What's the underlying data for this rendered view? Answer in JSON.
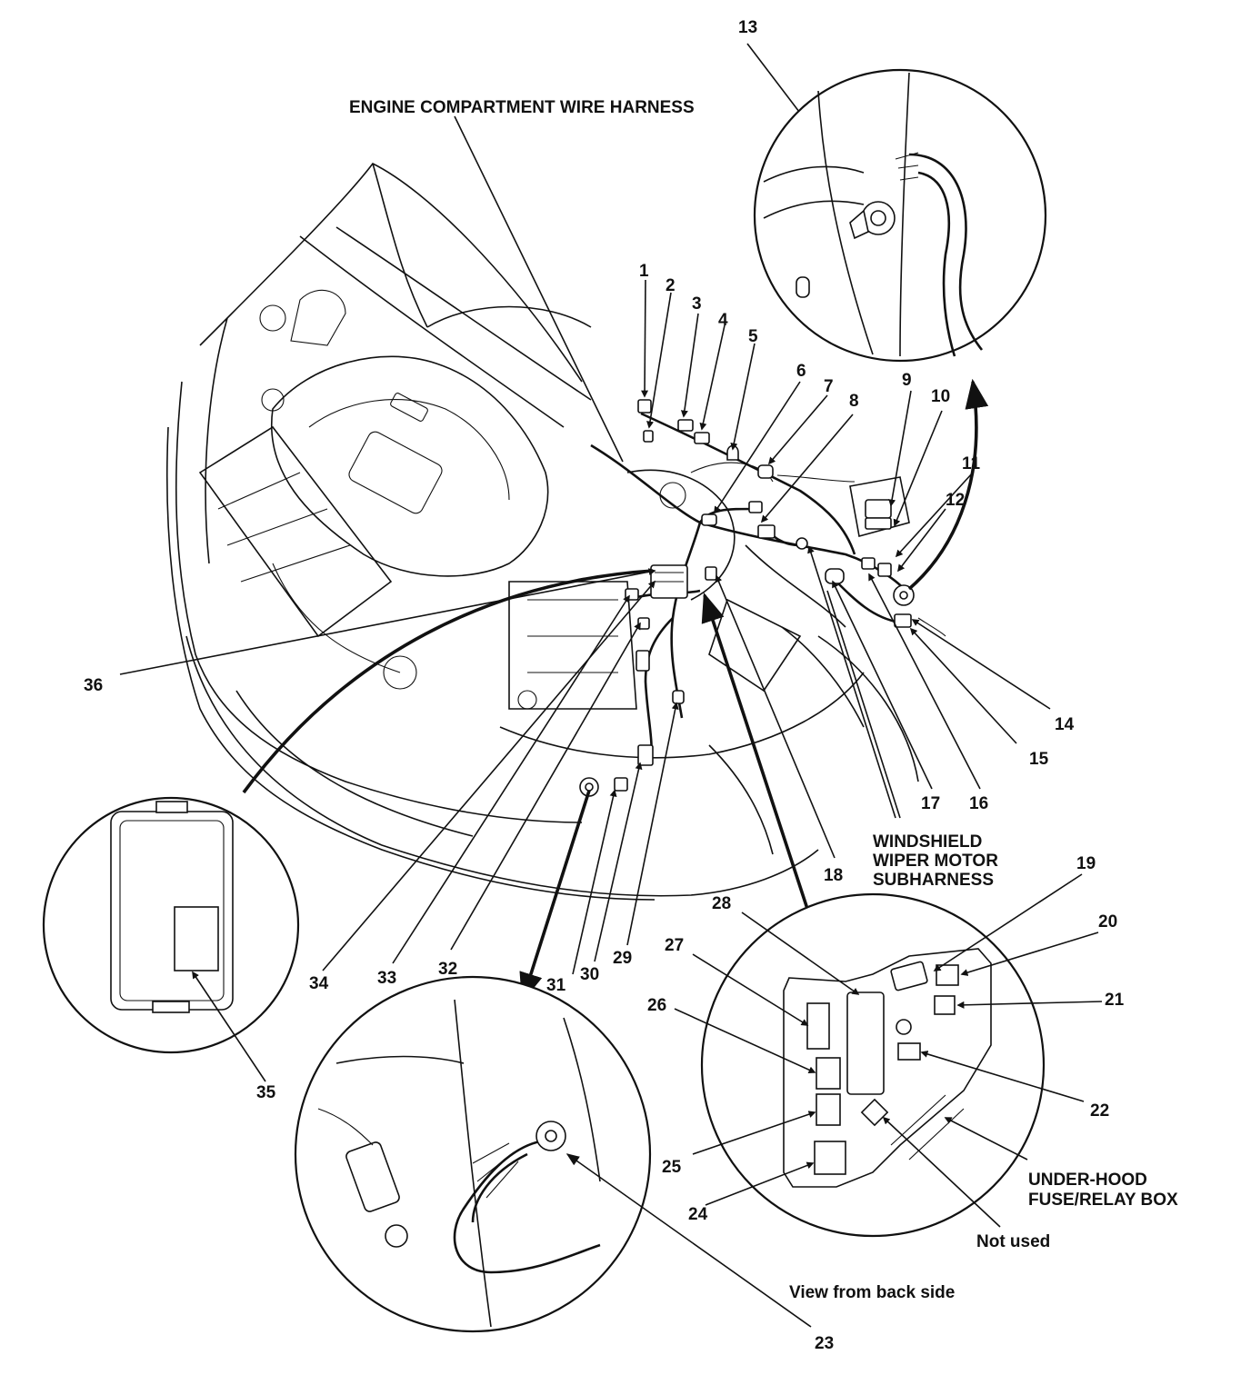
{
  "labels": {
    "engine_harness": "ENGINE COMPARTMENT WIRE HARNESS",
    "wiper_line1": "WINDSHIELD",
    "wiper_line2": "WIPER MOTOR",
    "wiper_line3": "SUBHARNESS",
    "fuse_box_line1": "UNDER-HOOD",
    "fuse_box_line2": "FUSE/RELAY BOX",
    "not_used": "Not used",
    "view_back": "View from back side"
  },
  "callouts": [
    "1",
    "2",
    "3",
    "4",
    "5",
    "6",
    "7",
    "8",
    "9",
    "10",
    "11",
    "12",
    "13",
    "14",
    "15",
    "16",
    "17",
    "18",
    "19",
    "20",
    "21",
    "22",
    "23",
    "24",
    "25",
    "26",
    "27",
    "28",
    "29",
    "30",
    "31",
    "32",
    "33",
    "34",
    "35",
    "36"
  ]
}
